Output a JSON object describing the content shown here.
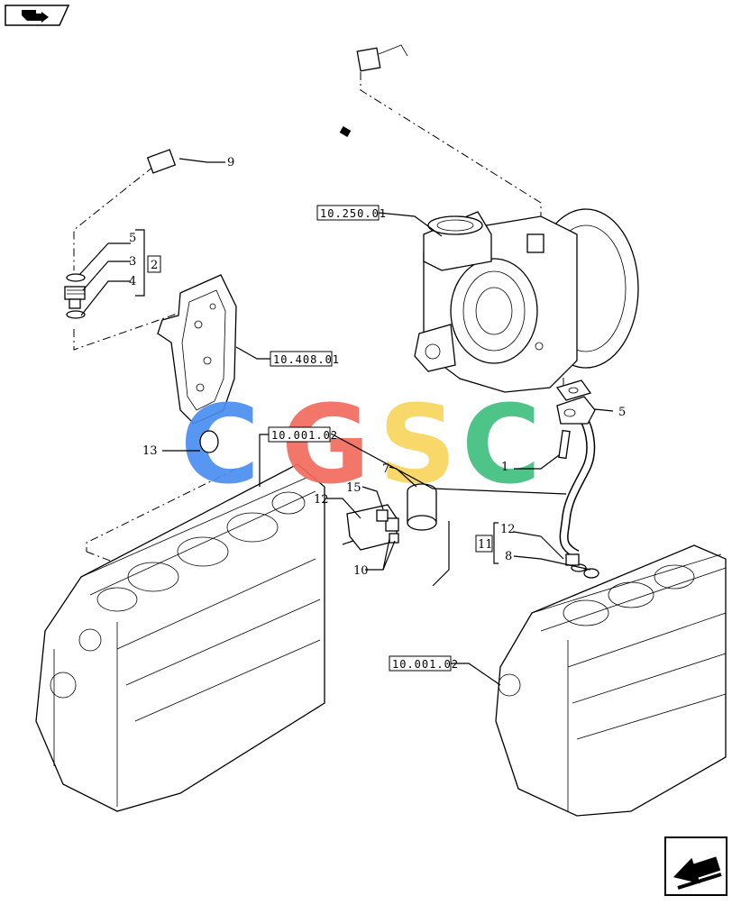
{
  "corner_icons": {
    "top_left": "book-arrow-icon",
    "bottom_right": "next-page-arrow-icon"
  },
  "watermark": {
    "letters": [
      {
        "char": "C",
        "color": "#4a8ff0"
      },
      {
        "char": "G",
        "color": "#f26b5e"
      },
      {
        "char": "S",
        "color": "#f8d55c"
      },
      {
        "char": "C",
        "color": "#3fbf7f"
      }
    ]
  },
  "references": {
    "ref_turbo": "10.250.01",
    "ref_cover": "10.408.01",
    "ref_block_left": "10.001.02",
    "ref_block_right": "10.001.02"
  },
  "callouts": {
    "c9": "9",
    "c5a": "5",
    "c3": "3",
    "c4": "4",
    "c2": "2",
    "c13": "13",
    "c5b": "5",
    "c1": "1",
    "c7": "7",
    "c15": "15",
    "c12a": "12",
    "c10": "10",
    "c12b": "12",
    "c11": "11",
    "c8": "8"
  }
}
